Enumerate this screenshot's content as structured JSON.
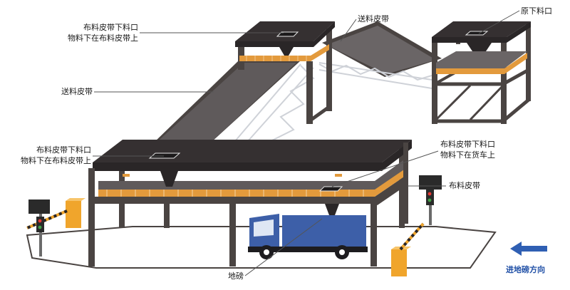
{
  "labels": {
    "top_left_outlet": {
      "line1": "布料皮带下料口",
      "line2": "物料下在布料皮带上"
    },
    "top_conveyor": "送料皮带",
    "raw_outlet": "原下料口",
    "left_conveyor": "送料皮带",
    "mid_left_outlet": {
      "line1": "布料皮带下料口",
      "line2": "物料下在布料皮带上"
    },
    "mid_right_outlet": {
      "line1": "布料皮带下料口",
      "line2": "物料下在货车上"
    },
    "distribution_belt": "布料皮带",
    "weighbridge": "地磅",
    "direction": "进地磅方向"
  },
  "colors": {
    "structure": "#4a4442",
    "roof": "#3a3536",
    "belt": "#5a5556",
    "railing": "#e39a3c",
    "truck_blue": "#3d5fa8",
    "barrier_yellow": "#f0a52c",
    "arrow_blue": "#2f5fb3"
  }
}
